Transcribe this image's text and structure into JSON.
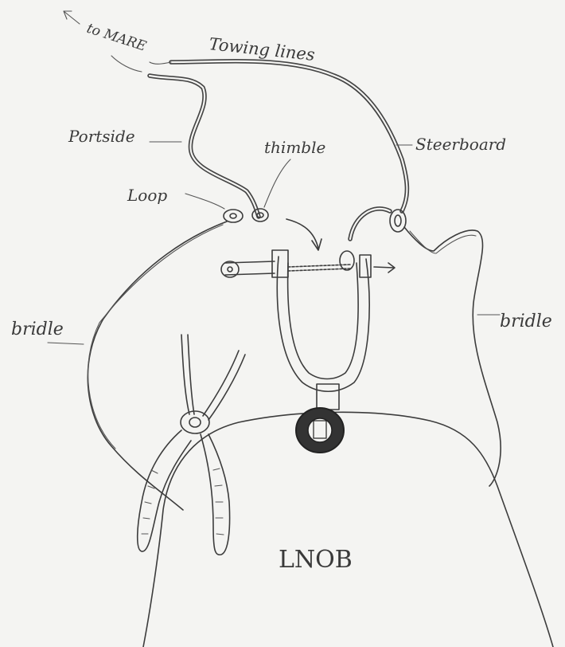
{
  "labels": {
    "to_mare": "to MARE",
    "towing_lines": "Towing lines",
    "portside": "Portside",
    "thimble": "thimble",
    "starboard": "Steerboard",
    "loop": "Loop",
    "bridle_left": "bridle",
    "bridle_right": "bridle",
    "knob": "LNOB"
  },
  "colors": {
    "paper": "#f4f4f2",
    "pencil": "#3c3c3c"
  }
}
